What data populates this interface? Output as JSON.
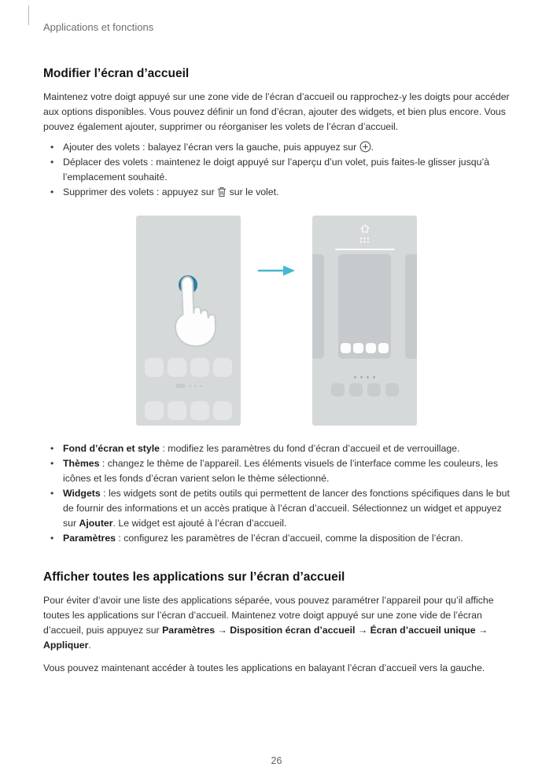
{
  "page": {
    "header": "Applications et fonctions",
    "page_number": "26"
  },
  "colors": {
    "accent_teal": "#45b8cf",
    "tap_dot": "#2b7f9e",
    "phone_gray": "#d6d9da"
  },
  "modify_section": {
    "title": "Modifier l’écran d’accueil",
    "intro": "Maintenez votre doigt appuyé sur une zone vide de l’écran d’accueil ou rapprochez-y les doigts pour accéder aux options disponibles. Vous pouvez définir un fond d’écran, ajouter des widgets, et bien plus encore. Vous pouvez également ajouter, supprimer ou réorganiser les volets de l’écran d’accueil.",
    "bullets": {
      "add": {
        "pre": "Ajouter des volets : balayez l’écran vers la gauche, puis appuyez sur ",
        "icon": "plus-circle-icon",
        "post": "."
      },
      "move": {
        "text": "Déplacer des volets : maintenez le doigt appuyé sur l’aperçu d’un volet, puis faites-le glisser jusqu’à l’emplacement souhaité."
      },
      "remove": {
        "pre": "Supprimer des volets : appuyez sur ",
        "icon": "trash-icon",
        "post": " sur le volet."
      }
    },
    "options": [
      {
        "term": "Fond d’écran et style",
        "rest": " : modifiez les paramètres du fond d’écran d’accueil et de verrouillage."
      },
      {
        "term": "Thèmes",
        "rest": " : changez le thème de l’appareil. Les éléments visuels de l’interface comme les couleurs, les icônes et les fonds d’écran varient selon le thème sélectionné."
      },
      {
        "term": "Widgets",
        "rest": " : les widgets sont de petits outils qui permettent de lancer des fonctions spécifiques dans le but de fournir des informations et un accès pratique à l’écran d’accueil. Sélectionnez un widget et appuyez sur ",
        "bold2": "Ajouter",
        "rest2": ". Le widget est ajouté à l’écran d’accueil."
      },
      {
        "term": "Paramètres",
        "rest": " : configurez les paramètres de l’écran d’accueil, comme la disposition de l’écran."
      }
    ]
  },
  "show_all_section": {
    "title": "Afficher toutes les applications sur l’écran d’accueil",
    "para1": {
      "pre": "Pour éviter d’avoir une liste des applications séparée, vous pouvez paramétrer l’appareil pour qu’il affiche toutes les applications sur l’écran d’accueil. Maintenez votre doigt appuyé sur une zone vide de l’écran d’accueil, puis appuyez sur ",
      "b1": "Paramètres",
      "sep1": " → ",
      "b2": "Disposition écran d’accueil",
      "sep2": " → ",
      "b3": "Écran d’accueil unique",
      "sep3": " → ",
      "b4": "Appliquer",
      "end": "."
    },
    "para2": "Vous pouvez maintenant accéder à toutes les applications en balayant l’écran d’accueil vers la gauche."
  }
}
